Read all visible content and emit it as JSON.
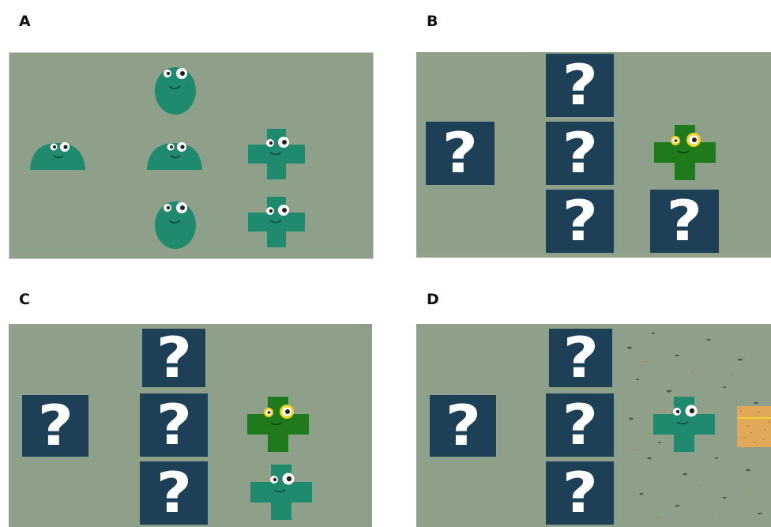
{
  "panels": {
    "a": {
      "label": "A"
    },
    "b": {
      "label": "B"
    },
    "c": {
      "label": "C"
    },
    "d": {
      "label": "D"
    }
  },
  "question_glyph": "?",
  "colors": {
    "background": "#8fa08a",
    "card": "#1d4056",
    "creature_teal": "#1f8a6e",
    "creature_green": "#1f7a1c",
    "eye_yellow": "#f2d21a",
    "box_orange": "#e2a85a"
  }
}
